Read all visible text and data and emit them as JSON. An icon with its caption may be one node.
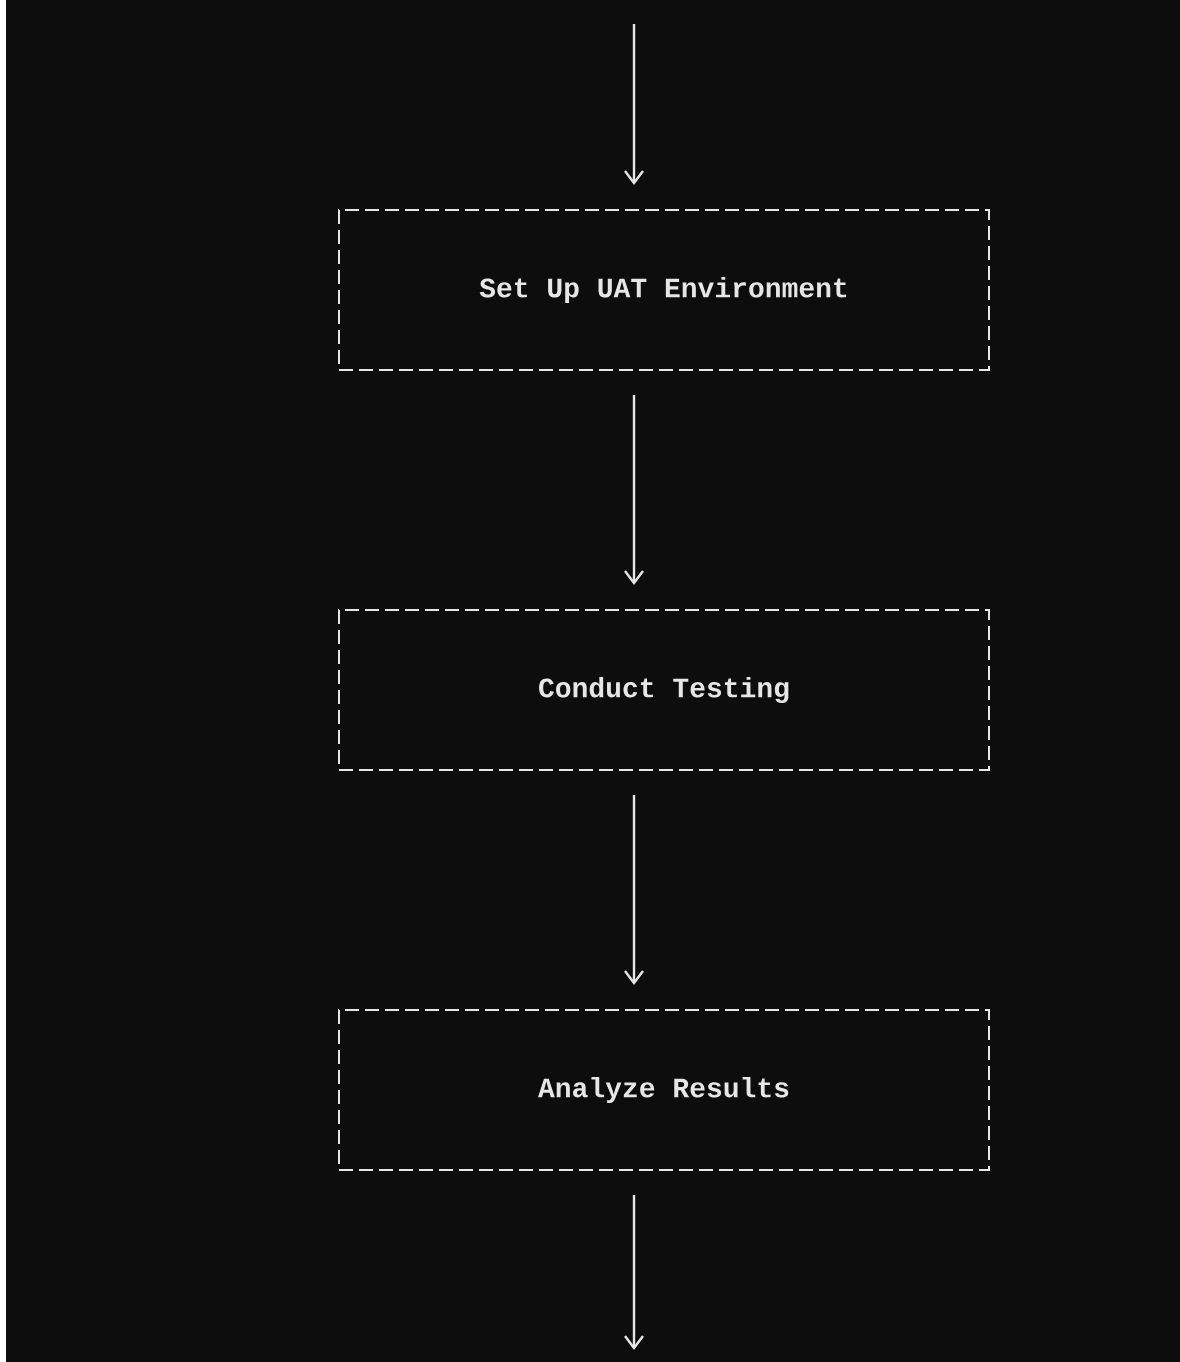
{
  "diagram": {
    "nodes": [
      {
        "text": [
          "Set Up UAT Environment"
        ]
      },
      {
        "text": [
          "Conduct Testing"
        ]
      },
      {
        "text": [
          "Analyze Results"
        ]
      }
    ],
    "edges": [
      {
        "from": null,
        "to": 0,
        "arrow": "to"
      },
      {
        "from": 0,
        "to": 1,
        "arrow": "to"
      },
      {
        "from": 1,
        "to": 2,
        "arrow": "to"
      },
      {
        "from": 2,
        "to": null,
        "arrow": "to"
      }
    ]
  }
}
